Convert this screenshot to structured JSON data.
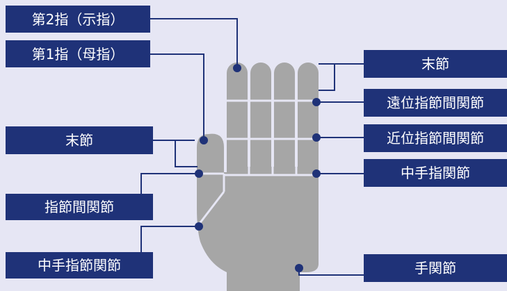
{
  "colors": {
    "background": "#e6e6f4",
    "label_fill": "#1f3278",
    "label_text": "#ffffff",
    "hand_fill": "#a6a6a6",
    "joint_lines": "#e6e6f4",
    "leader_lines": "#1f3278"
  },
  "labels": {
    "finger2": "第2指（示指）",
    "finger1": "第1指（母指）",
    "thumb_distal_phalanx": "末節",
    "interphalangeal_joint": "指節間関節",
    "thumb_mcp_joint": "中手指節関節",
    "distal_phalanx": "末節",
    "dip_joint": "遠位指節間関節",
    "pip_joint": "近位指節間関節",
    "mp_joint": "中手指関節",
    "wrist_joint": "手関節"
  }
}
